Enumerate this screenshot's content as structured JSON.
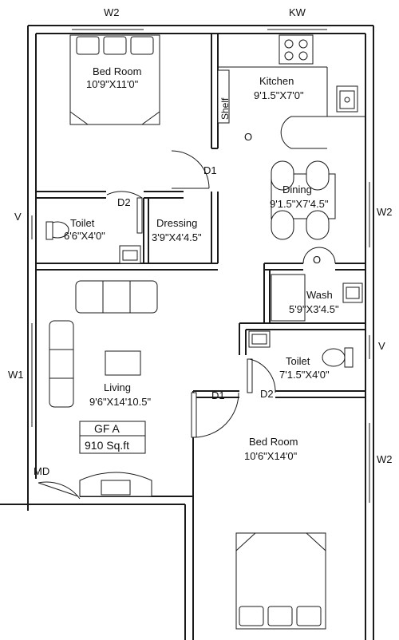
{
  "rooms": {
    "bedroom_top": {
      "name": "Bed Room",
      "size": "10'9\"X11'0\""
    },
    "kitchen": {
      "name": "Kitchen",
      "size": "9'1.5\"X7'0\""
    },
    "shelf": {
      "name": "Shelf"
    },
    "dining": {
      "name": "Dining",
      "size": "9'1.5\"X7'4.5\""
    },
    "toilet_left": {
      "name": "Toilet",
      "size": "6'6\"X4'0\""
    },
    "dressing": {
      "name": "Dressing",
      "size": "3'9\"X4'4.5\""
    },
    "wash": {
      "name": "Wash",
      "size": "5'9\"X3'4.5\""
    },
    "toilet_right": {
      "name": "Toilet",
      "size": "7'1.5\"X4'0\""
    },
    "living": {
      "name": "Living",
      "size": "9'6\"X14'10.5\""
    },
    "bedroom_bottom": {
      "name": "Bed Room",
      "size": "10'6\"X14'0\""
    }
  },
  "area_box": {
    "title": "GF A",
    "area": "910 Sq.ft"
  },
  "openings": {
    "w2_top": "W2",
    "kw": "KW",
    "w2_right_upper": "W2",
    "w2_right_lower": "W2",
    "v_left": "V",
    "v_right": "V",
    "w1": "W1",
    "md": "MD",
    "d1_upper": "D1",
    "d1_lower": "D1",
    "d2_upper": "D2",
    "d2_lower": "D2",
    "o_kitchen": "O",
    "o_wash": "O"
  }
}
